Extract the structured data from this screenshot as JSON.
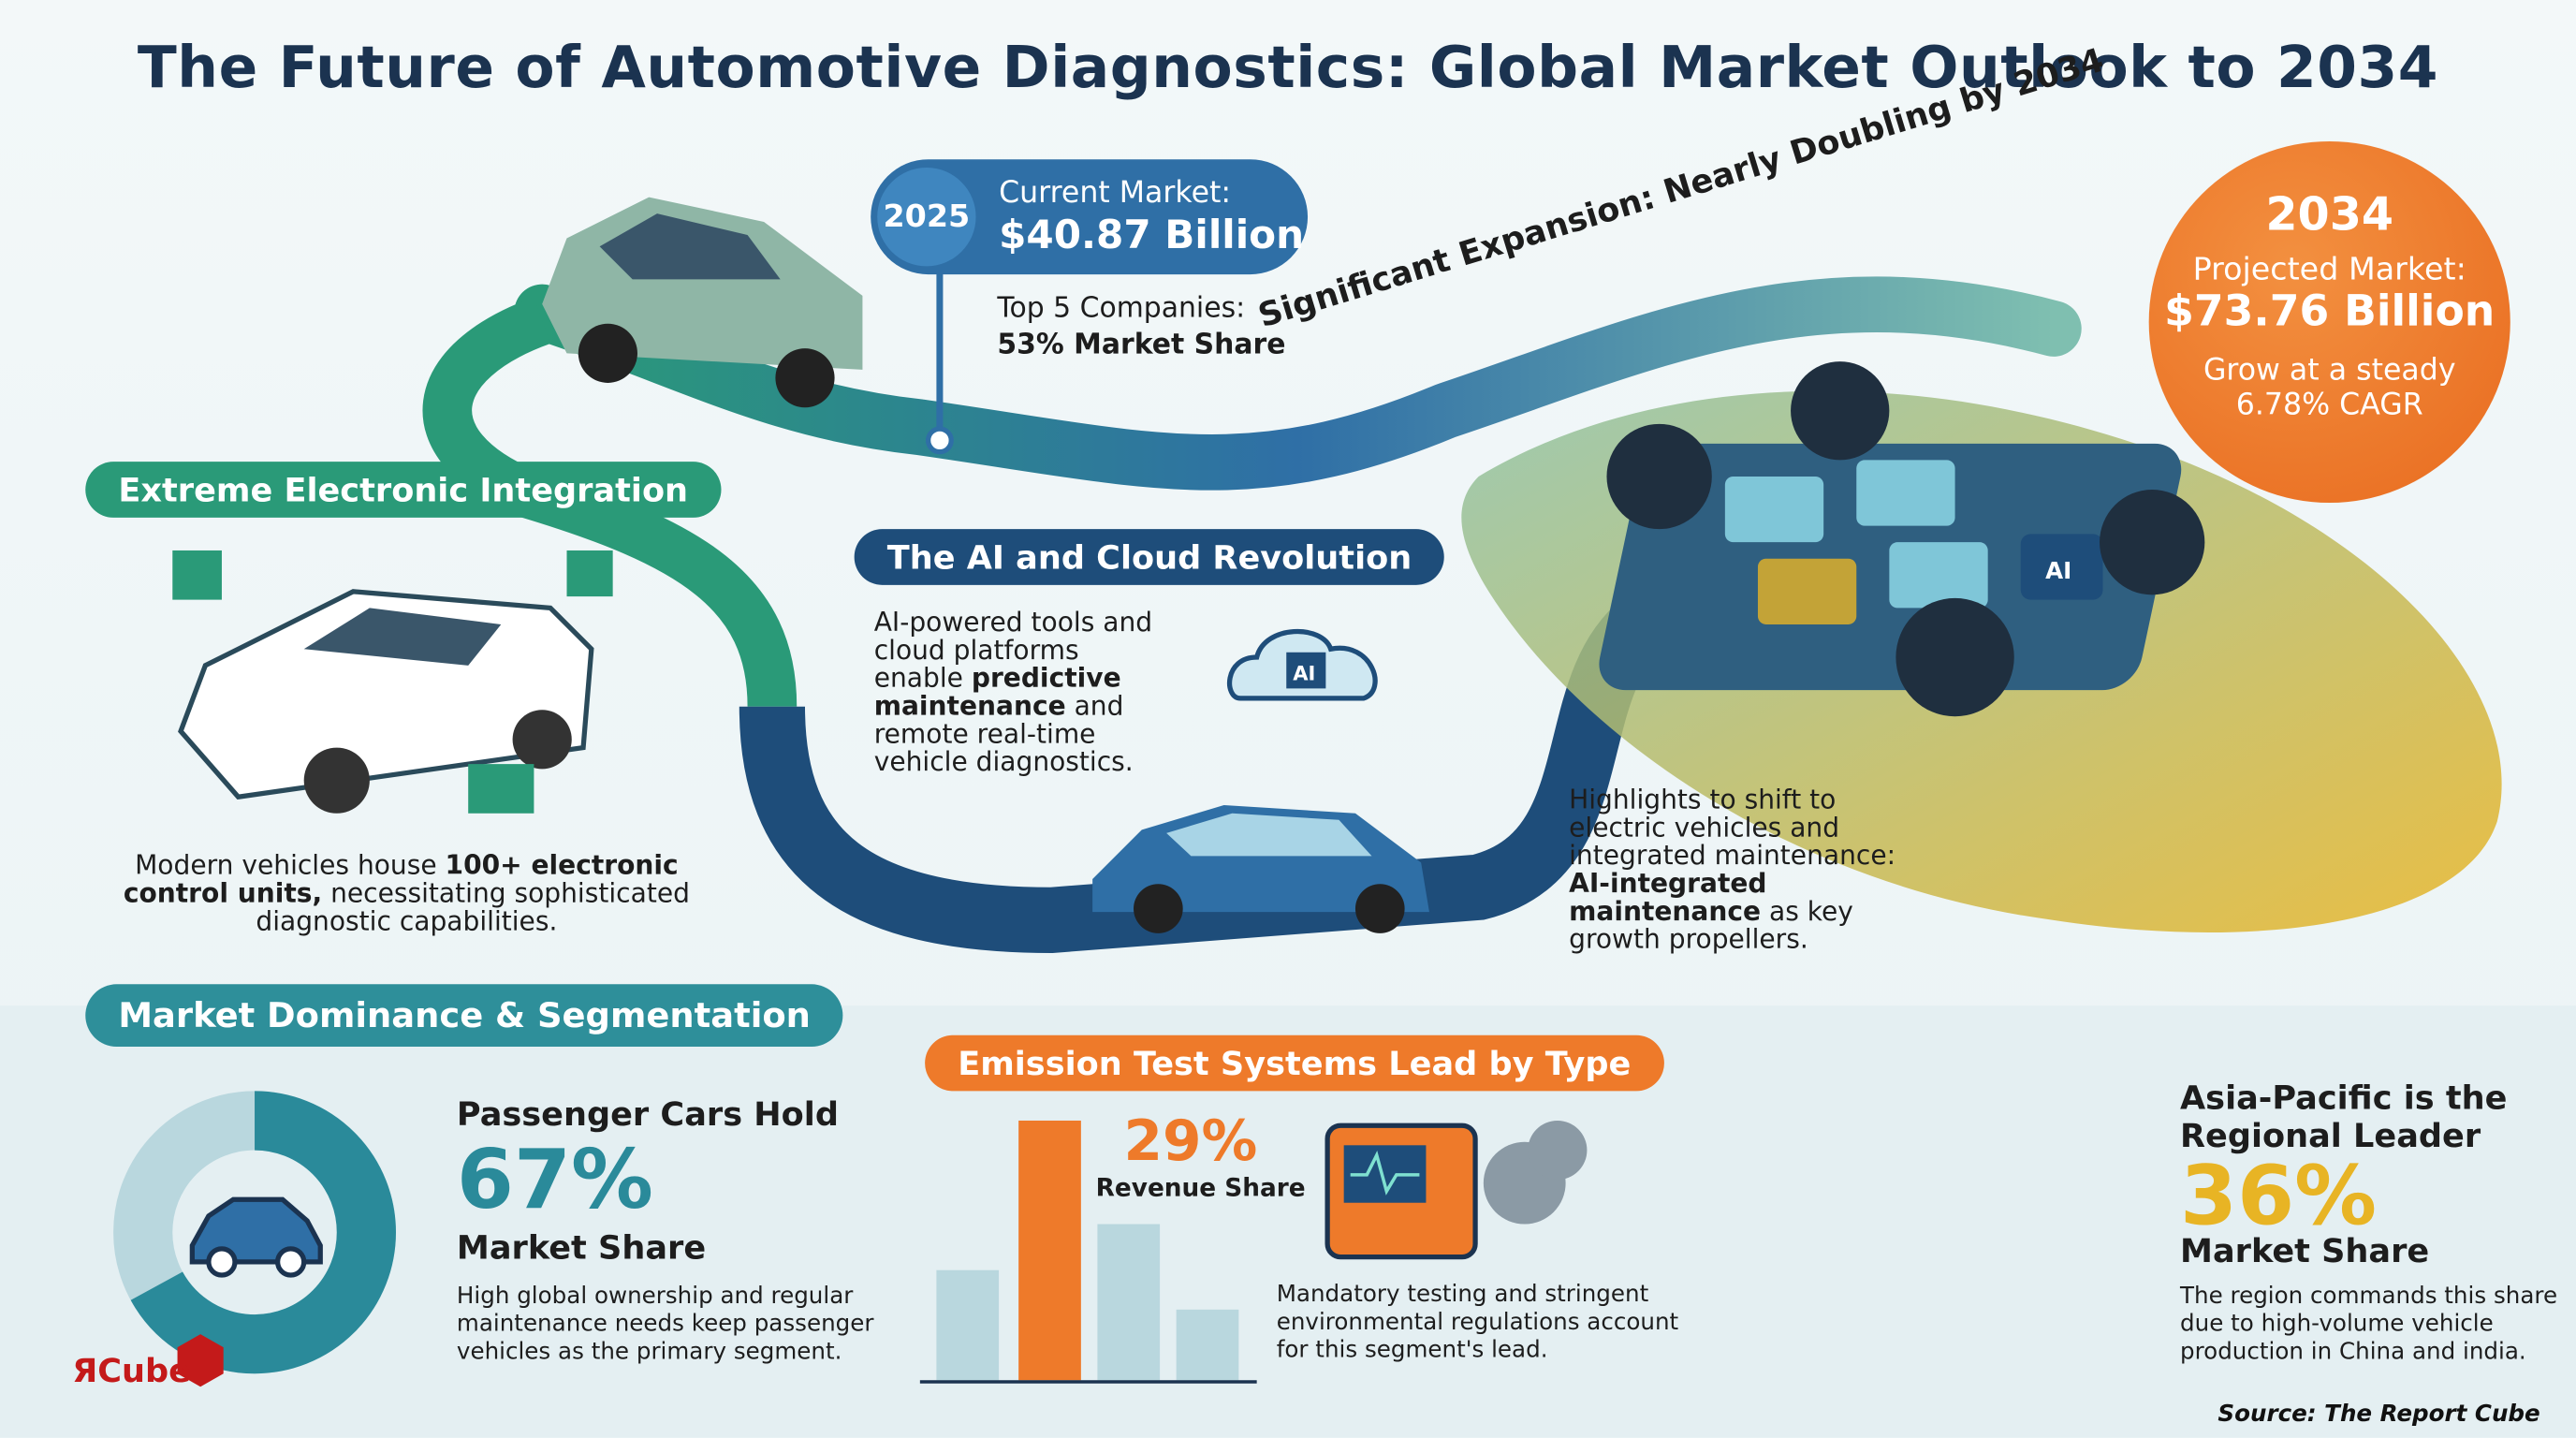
{
  "title": "The Future of Automotive Diagnostics: Global Market Outlook to 2034",
  "current": {
    "year": "2025",
    "label": "Current Market:",
    "value": "$40.87 Billion",
    "companies_label": "Top 5 Companies:",
    "companies_share": "53% Market Share"
  },
  "growth_banner": "Significant Expansion: Nearly Doubling by 2034",
  "projected": {
    "year": "2034",
    "label": "Projected Market:",
    "value": "$73.76 Billion",
    "cagr_line1": "Grow at a steady",
    "cagr_line2": "6.78% CAGR"
  },
  "electronic": {
    "heading": "Extreme Electronic Integration",
    "text_pre": "Modern vehicles house ",
    "text_bold": "100+ electronic control units,",
    "text_post": " necessitating sophisticated diagnostic capabilities."
  },
  "ai_cloud": {
    "heading": "The AI and Cloud Revolution",
    "text_pre": "AI-powered tools and cloud platforms enable ",
    "text_bold": "predictive maintenance",
    "text_post": " and remote real-time vehicle diagnostics.",
    "chip_label": "AI"
  },
  "ev": {
    "text_pre": "Highlights to shift to electric vehicles and integrated maintenance: ",
    "text_bold": "AI-integrated maintenance",
    "text_post": " as key growth propellers.",
    "chip_label": "AI"
  },
  "segmentation": {
    "heading": "Market Dominance & Segmentation",
    "title": "Passenger Cars Hold",
    "value": "67%",
    "share_value": 67,
    "subtitle": "Market Share",
    "text": "High global ownership and regular maintenance needs keep passenger vehicles as the primary segment."
  },
  "emission": {
    "heading": "Emission Test Systems Lead by Type",
    "value": "29%",
    "subtitle": "Revenue Share",
    "text": "Mandatory testing and stringent environmental regulations account for this segment's lead."
  },
  "region": {
    "title_line1": "Asia-Pacific is the",
    "title_line2": "Regional Leader",
    "value": "36%",
    "subtitle": "Market Share",
    "text": "The region commands this share due to high-volume vehicle production in China and india."
  },
  "source": "Source: The Report Cube",
  "logo": {
    "text": "ЯCube"
  },
  "colors": {
    "navy": "#1b3350",
    "green": "#2a9a78",
    "blue": "#2f6fa6",
    "teal": "#2e8f9a",
    "orange": "#ee7a2a",
    "yellow": "#e8b424"
  }
}
